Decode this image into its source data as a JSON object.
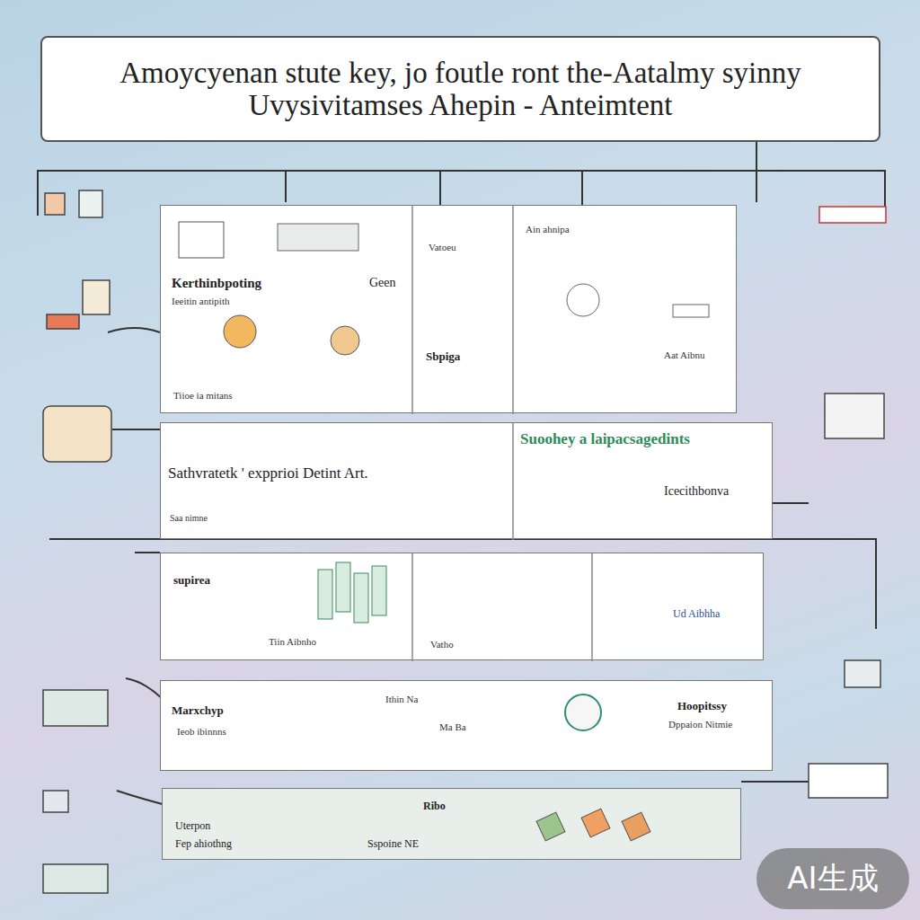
{
  "diagram": {
    "title": "Amoycyenan stute key, jo foutle ront the-Aatalmy syinny Uvysivitamses Ahepin - Anteimtent",
    "nodes": [
      {
        "text": [
          "Kerthinbpoting",
          "Geen",
          "Ieeitin antipith",
          "Tiioe ia mitans",
          "Sbpiga",
          "Vatoeu",
          "Ain ahnipa",
          "Aat Aibnu"
        ]
      },
      {
        "text": [
          "Sathvratetk ' expprioi Detint Art.",
          "Suoohey a laipacsagedints",
          "Icecithbonva",
          "Saa nimne"
        ]
      },
      {
        "text": [
          "supirea",
          "Tiin Aibnho",
          "Vatho",
          "Ud Aibhha"
        ]
      },
      {
        "text": [
          "Marxchyp",
          "Ieob ibinnns",
          "Ithin Na",
          "Ma Ba",
          "Hoopitssy",
          "Dppaion Nitmie"
        ]
      },
      {
        "text": [
          "Uterpon",
          "Fep ahiothng",
          "Sspoine NE",
          "Ribo"
        ]
      }
    ],
    "labels": [
      "AI生成"
    ]
  }
}
